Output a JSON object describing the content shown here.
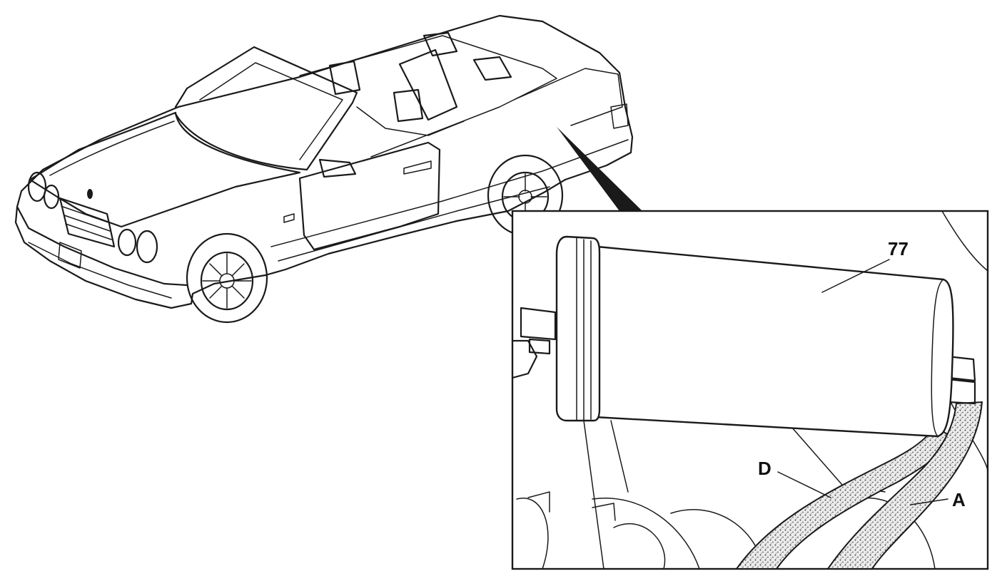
{
  "callouts": {
    "component": "77",
    "hose_d": "D",
    "hose_a": "A"
  },
  "colors": {
    "line": "#1a1a1a",
    "background": "#ffffff",
    "hose_fill": "#e4e4e4"
  }
}
